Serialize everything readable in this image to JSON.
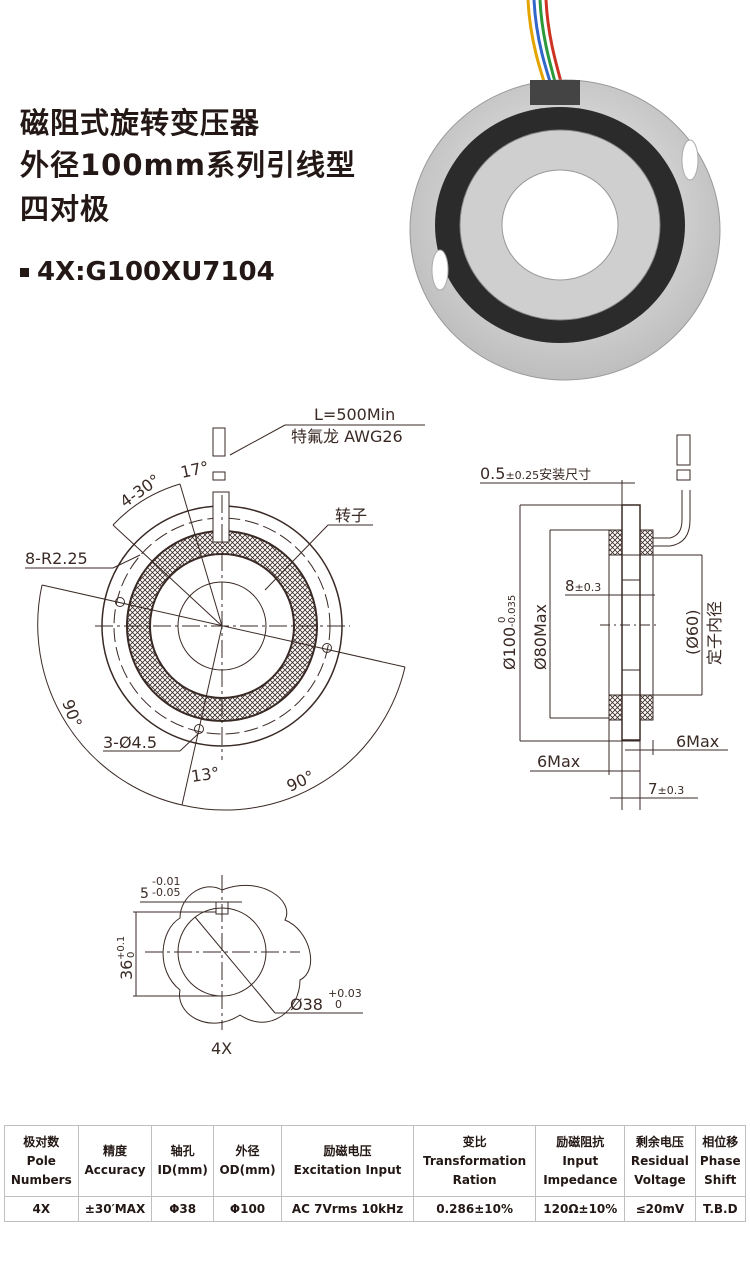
{
  "header": {
    "title_lines": [
      "磁阻式旋转变压器",
      "外径100mm系列引线型",
      "四对极"
    ],
    "model": "4X:G100XU7104"
  },
  "front_view": {
    "wire_length": "L=500Min",
    "wire_type": "特氟龙 AWG26",
    "angle_17": "17°",
    "angle_4_30": "4-30°",
    "rotor_label": "转子",
    "slot_radius": "8-R2.25",
    "hole_dia": "3-Ø4.5",
    "angle_90_left": "90°",
    "angle_13": "13°",
    "angle_90_bottom": "90°"
  },
  "side_view": {
    "mount_dim": "0.5",
    "mount_tol": "±0.25",
    "mount_label": "安装尺寸",
    "od": "Ø100",
    "od_tol_upper": "0",
    "od_tol_lower": "-0.035",
    "max80": "Ø80Max",
    "thick8": "8",
    "thick8_tol": "±0.3",
    "id60": "(Ø60)",
    "id60_label": "定子内径",
    "six_max_right": "6Max",
    "six_max_left": "6Max",
    "seven": "7",
    "seven_tol": "±0.3"
  },
  "rotor_view": {
    "key_width": "5",
    "key_tol_upper": "-0.01",
    "key_tol_lower": "-0.05",
    "key_height": "36",
    "key_height_tol_upper": "+0.1",
    "key_height_tol_lower": "0",
    "bore": "Ø38",
    "bore_tol_upper": "+0.03",
    "bore_tol_lower": "0",
    "poles": "4X"
  },
  "spec_table": {
    "headers": [
      [
        "极对数",
        "Pole",
        "Numbers"
      ],
      [
        "精度",
        "Accuracy"
      ],
      [
        "轴孔",
        "ID(mm)"
      ],
      [
        "外径",
        "OD(mm)"
      ],
      [
        "励磁电压",
        "Excitation Input"
      ],
      [
        "变比",
        "Transformation",
        "Ration"
      ],
      [
        "励磁阻抗",
        "Input",
        "Impedance"
      ],
      [
        "剩余电压",
        "Residual",
        "Voltage"
      ],
      [
        "相位移",
        "Phase",
        "Shift"
      ]
    ],
    "row": [
      "4X",
      "±30′MAX",
      "Φ38",
      "Φ100",
      "AC 7Vrms 10kHz",
      "0.286±10%",
      "120Ω±10%",
      "≤20mV",
      "T.B.D"
    ]
  }
}
